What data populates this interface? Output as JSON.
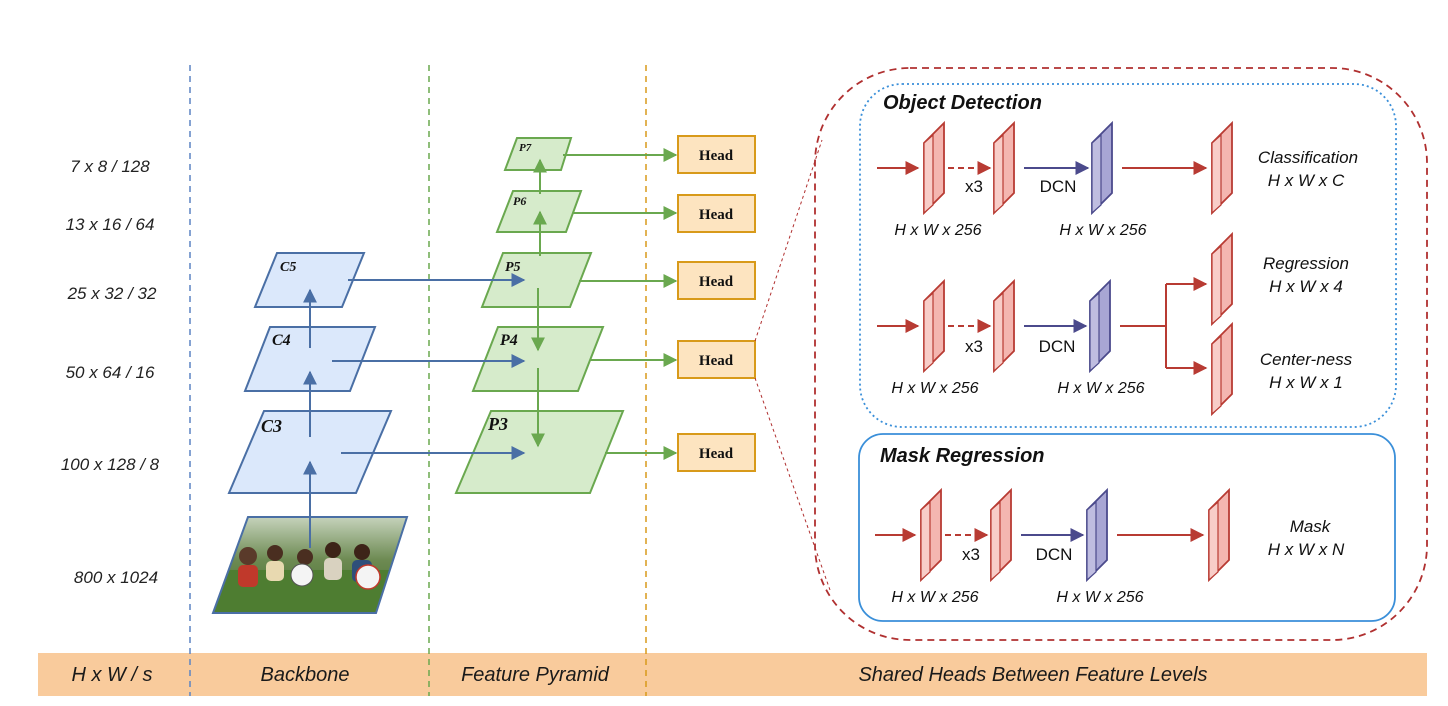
{
  "scales": [
    "7 x 8 / 128",
    "13 x 16 / 64",
    "25 x 32 / 32",
    "50 x 64 / 16",
    "100 x 128 / 8",
    "800 x 1024"
  ],
  "band": {
    "hws": "H x W / s",
    "backbone": "Backbone",
    "pyramid": "Feature Pyramid",
    "heads": "Shared Heads Between Feature Levels"
  },
  "backbone_levels": [
    "C3",
    "C4",
    "C5"
  ],
  "pyramid_levels": [
    "P3",
    "P4",
    "P5",
    "P6",
    "P7"
  ],
  "head_label": "Head",
  "object_detection": {
    "title": "Object Detection",
    "repeat": "x3",
    "dcn": "DCN",
    "feat_dim": "H x W x 256",
    "classification": "Classification",
    "classification_dim": "H x W x C",
    "regression": "Regression",
    "regression_dim": "H x W x 4",
    "centerness": "Center-ness",
    "centerness_dim": "H x W x 1"
  },
  "mask_regression": {
    "title": "Mask Regression",
    "repeat": "x3",
    "dcn": "DCN",
    "feat_dim": "H x W x 256",
    "mask": "Mask",
    "mask_dim": "H x W x N"
  },
  "colors": {
    "backbone_fill": "#dbe8fb",
    "backbone_stroke": "#4a6fa5",
    "pyramid_fill": "#d6ebcb",
    "pyramid_stroke": "#6aa84f",
    "head_fill": "#fde4c0",
    "head_stroke": "#d89a1a",
    "conv_fill": "#f4b6b0",
    "conv_stroke": "#b83b33",
    "dcn_fill": "#a8a6d4",
    "dcn_stroke": "#4b4a8c",
    "band_fill": "#f9cb9c",
    "outer_dash": "#b03030",
    "od_dots": "#3a8fd9",
    "mr_stroke": "#3a8fd9"
  }
}
